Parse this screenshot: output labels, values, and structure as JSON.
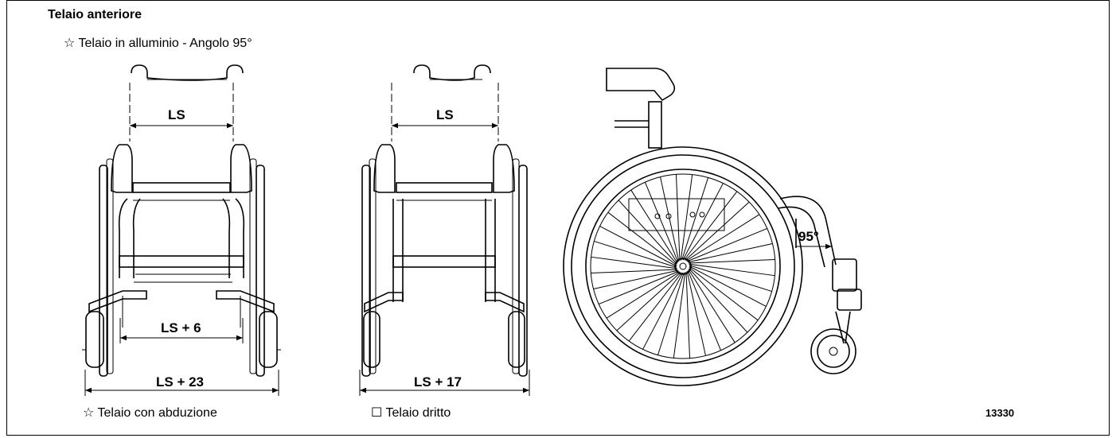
{
  "header": {
    "title": "Telaio anteriore",
    "subtitle": "☆ Telaio in alluminio - Angolo 95°"
  },
  "drawings": {
    "abduction": {
      "seat_width": "LS",
      "inner_width": "LS + 6",
      "outer_width": "LS + 23",
      "caption": "☆ Telaio con abduzione"
    },
    "straight": {
      "seat_width": "LS",
      "outer_width": "LS + 17",
      "caption": "☐ Telaio dritto"
    },
    "side": {
      "angle_label": "95°"
    }
  },
  "figure_code": "13330"
}
